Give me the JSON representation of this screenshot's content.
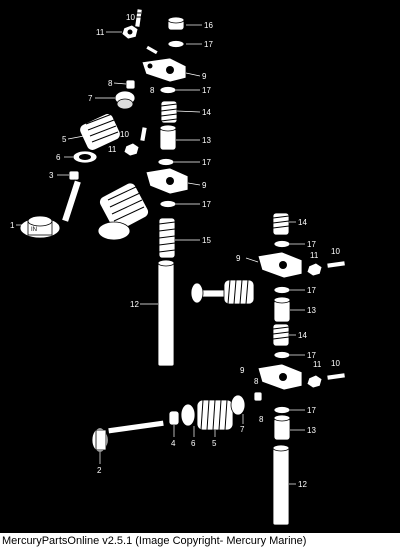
{
  "diagram": {
    "callouts": [
      "10",
      "11",
      "16",
      "17",
      "8",
      "9",
      "7",
      "5",
      "3",
      "6",
      "1",
      "12",
      "14",
      "13",
      "15",
      "4",
      "2"
    ],
    "valve_marking": "IN"
  },
  "footer": {
    "text": "MercuryPartsOnline v2.5.1 (Image Copyright- Mercury Marine)"
  }
}
